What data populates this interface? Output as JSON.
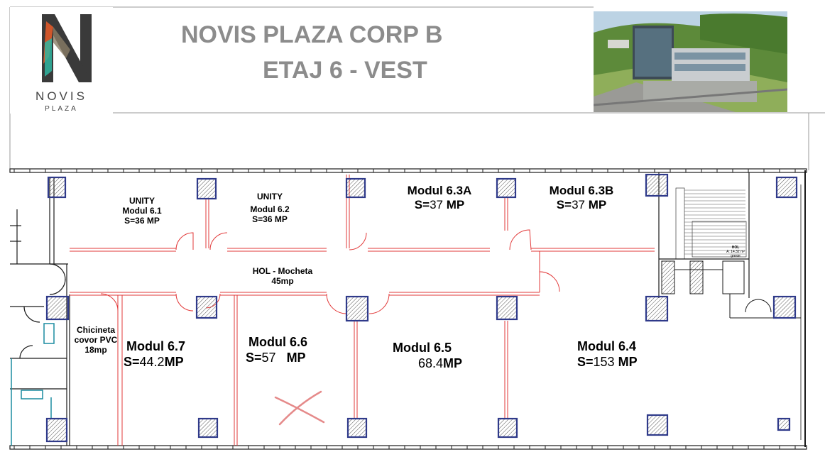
{
  "header": {
    "logo_name": "NOVIS",
    "logo_sub": "PLAZA",
    "title_line1": "NOVIS PLAZA CORP B",
    "title_line2": "ETAJ 6 - VEST"
  },
  "rooms": {
    "m61": {
      "brand": "UNITY",
      "name": "Modul 6.1",
      "area": "S=36 MP"
    },
    "m62": {
      "brand": "UNITY",
      "name": "Modul 6.2",
      "area": "S=36 MP"
    },
    "m63a": {
      "name": "Modul 6.3A",
      "area_prefix": "S=",
      "area_value": "37",
      "area_unit": " MP"
    },
    "m63b": {
      "name": "Modul 6.3B",
      "area_prefix": "S=",
      "area_value": "37",
      "area_unit": " MP"
    },
    "hol": {
      "name": "HOL - Mocheta",
      "area": "45mp"
    },
    "chicineta": {
      "line1": "Chicineta",
      "line2": "covor PVC",
      "line3": "18mp"
    },
    "m67": {
      "name": "Modul 6.7",
      "area_prefix": "S=",
      "area_value": "44.2",
      "area_unit": "MP"
    },
    "m66": {
      "name": "Modul 6.6",
      "area_prefix": "S=",
      "area_value": "57",
      "area_unit": "   MP"
    },
    "m65": {
      "name": "Modul 6.5",
      "area_value": "68.4",
      "area_unit": "MP"
    },
    "m64": {
      "name": "Modul 6.4",
      "area_prefix": "S=",
      "area_value": "153",
      "area_unit": " MP"
    },
    "stair_hol": {
      "name": "HOL",
      "area": "A: 14.32 m²",
      "finish": "gresie"
    }
  },
  "colors": {
    "title": "#8c8c8c",
    "wall": "#1a1a1a",
    "partition": "#e23a3a",
    "column": "#2f3a8a",
    "mark": "#e58a8a",
    "fixture": "#1a8ca0"
  }
}
